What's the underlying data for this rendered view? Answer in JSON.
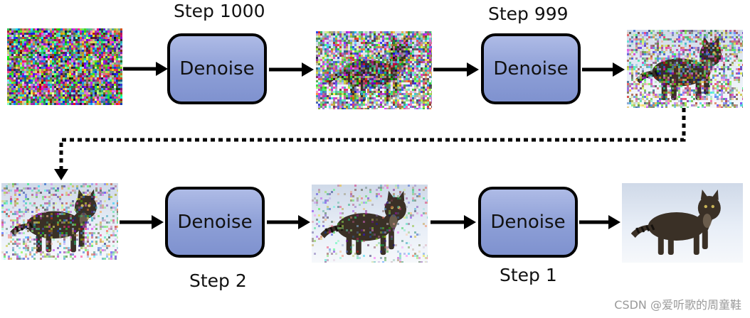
{
  "diagram": {
    "top_row": {
      "step_labels": [
        "Step 1000",
        "Step 999"
      ],
      "denoise_labels": [
        "Denoise",
        "Denoise"
      ]
    },
    "bottom_row": {
      "step_labels": [
        "Step 2",
        "Step 1"
      ],
      "denoise_labels": [
        "Denoise",
        "Denoise"
      ]
    }
  },
  "images": {
    "noise_levels": [
      1.0,
      0.78,
      0.55,
      0.35,
      0.18,
      0.0
    ]
  },
  "colors": {
    "box_fill": "#8c9ed6",
    "box_border": "#000000",
    "arrow": "#000000",
    "snow": "#e8eef7",
    "cat_dark": "#3a3026"
  },
  "watermark": "CSDN @爱听歌的周童鞋"
}
